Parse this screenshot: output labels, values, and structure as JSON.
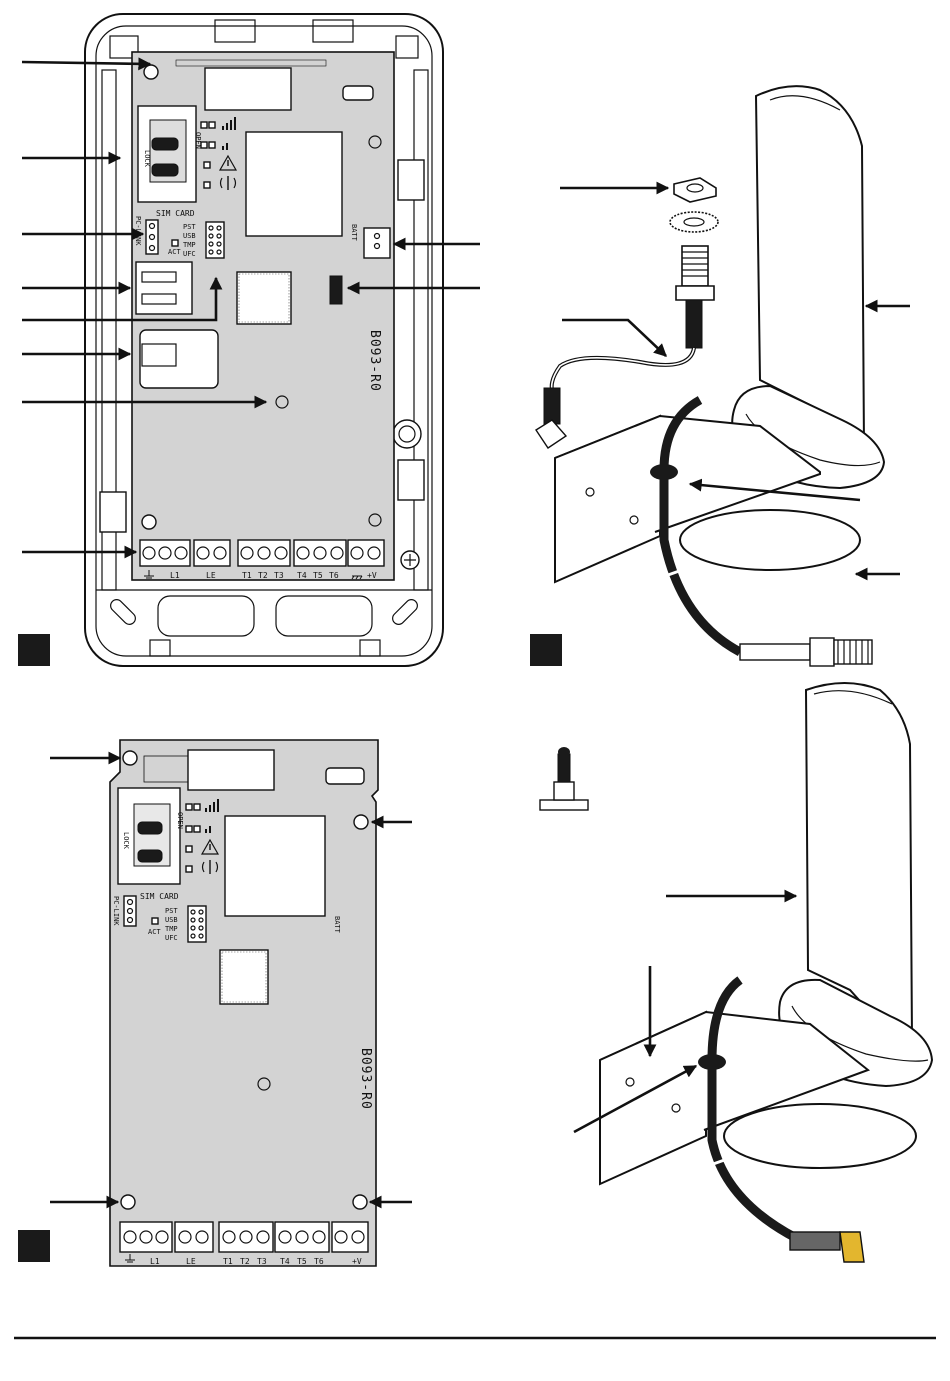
{
  "board": {
    "sim_label": "SIM CARD",
    "lock_label": "LOCK",
    "open_label": "OPEN",
    "pc_link_label": "PC-LINK",
    "act_label": "ACT",
    "jumper_labels": [
      "PST",
      "USB",
      "TMP",
      "UFC"
    ],
    "batt_label": "BATT",
    "model_label": "B093-R0",
    "terminal_labels": [
      "L1",
      "LE",
      "T1",
      "T2",
      "T3",
      "T4",
      "T5",
      "T6",
      "+V"
    ]
  },
  "figure_markers": 4,
  "colors": {
    "pcb": "#d3d3d3",
    "ink": "#111111",
    "connector_gold": "#e3b62e"
  }
}
